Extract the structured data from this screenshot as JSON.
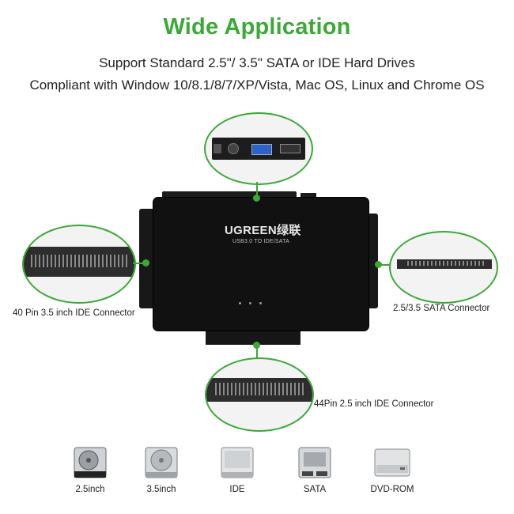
{
  "header": {
    "title": "Wide Application",
    "line1": "Support Standard 2.5\"/ 3.5\" SATA or IDE Hard Drives",
    "line2": "Compliant with Window 10/8.1/8/7/XP/Vista, Mac OS, Linux and Chrome OS"
  },
  "device": {
    "brand": "UGREEN绿联",
    "model": "USB3.0 TO IDE/SATA"
  },
  "callouts": {
    "left": "40 Pin 3.5 inch IDE Connector",
    "right": "2.5/3.5 SATA Connector",
    "bottom": "44Pin 2.5 inch IDE Connector"
  },
  "drives": [
    {
      "label": "2.5inch",
      "icon": "hdd-2-5-icon"
    },
    {
      "label": "3.5inch",
      "icon": "hdd-3-5-icon"
    },
    {
      "label": "IDE",
      "icon": "ide-drive-icon"
    },
    {
      "label": "SATA",
      "icon": "sata-drive-icon"
    },
    {
      "label": "DVD-ROM",
      "icon": "dvd-rom-icon"
    }
  ],
  "colors": {
    "accent": "#3aa935",
    "device": "#111111"
  }
}
